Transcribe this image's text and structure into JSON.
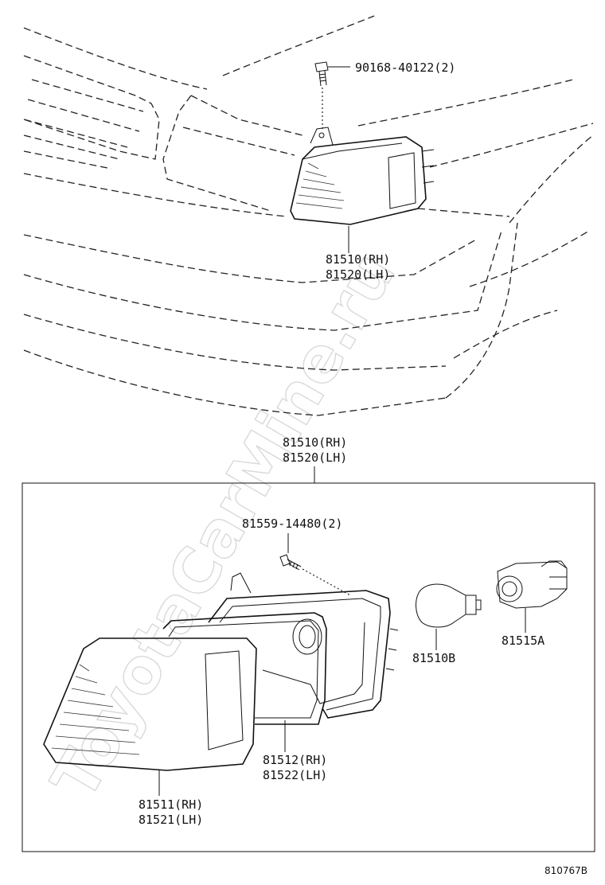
{
  "watermark": "ToyotaCarMine.ru",
  "labels": {
    "bolt_upper": "90168-40122(2)",
    "assy_upper_rh": "81510(RH)",
    "assy_upper_lh": "81520(LH)",
    "assy_lower_rh": "81510(RH)",
    "assy_lower_lh": "81520(LH)",
    "screw": "81559-14480(2)",
    "bulb": "81510B",
    "socket": "81515A",
    "housing_rh": "81512(RH)",
    "housing_lh": "81522(LH)",
    "lens_rh": "81511(RH)",
    "lens_lh": "81521(LH)"
  },
  "diagram_code": "810767B"
}
